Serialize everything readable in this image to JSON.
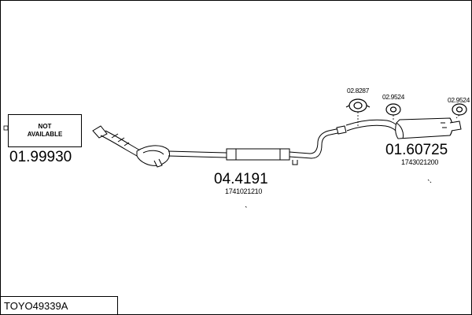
{
  "diagram": {
    "reference_code": "TOYO49339A",
    "not_available_label": "NOT\nAVAILABLE",
    "parts": [
      {
        "number": "01.99930",
        "oem": ""
      },
      {
        "number": "04.4191",
        "oem": "1741021210"
      },
      {
        "number": "01.60725",
        "oem": "1743021200"
      }
    ],
    "hardware": [
      {
        "number": "02.8287"
      },
      {
        "number": "02.9524"
      },
      {
        "number": "02.9524"
      }
    ]
  }
}
